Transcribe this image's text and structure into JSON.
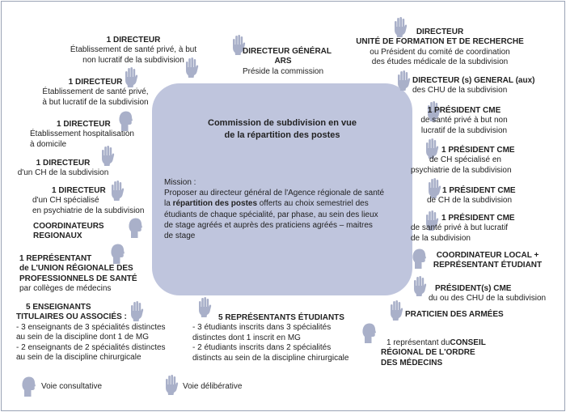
{
  "center": {
    "title": [
      "Commission de subdivision en vue",
      "de la répartition des postes"
    ],
    "mission_label": "Mission :",
    "mission_line1": "Proposer au directeur général de l'Agence régionale de santé",
    "mission_line2_prefix": "la ",
    "mission_line2_bold": "répartition des postes",
    "mission_line2_suffix": " offerts au choix semestriel des",
    "mission_rest": [
      "étudiants de chaque spécialité, par phase, au sein des lieux",
      "de stage agréés et auprès des praticiens agréés – maitres",
      "de stage"
    ]
  },
  "members": {
    "dir_prive_non_lucratif": {
      "head": "1 DIRECTEUR",
      "lines": [
        "Établissement de santé privé, à but",
        "non lucratif de la subdivision"
      ]
    },
    "dir_general_ars": {
      "head": [
        "DIRECTEUR GÉNÉRAL",
        "ARS"
      ],
      "lines": [
        "Préside la commission"
      ]
    },
    "dir_ufr": {
      "head": [
        "DIRECTEUR",
        "UNITÉ DE FORMATION ET DE RECHERCHE"
      ],
      "lines": [
        "ou Président du comité de coordination",
        "des études médicale de la subdivision"
      ]
    },
    "dir_prive_lucratif": {
      "head": "1 DIRECTEUR",
      "lines": [
        "Établissement de santé privé,",
        "à but lucratif de la subdivision"
      ]
    },
    "dir_chu": {
      "head": "DIRECTEUR (s) GENERAL (aux)",
      "lines": [
        "des CHU de la subdivision"
      ]
    },
    "dir_had": {
      "head": "1 DIRECTEUR",
      "lines": [
        "Établissement hospitalisation",
        "à domicile"
      ]
    },
    "pres_cme_prive_non_lucratif": {
      "head": "1 PRÉSIDENT CME",
      "lines": [
        "de santé privé à but non",
        "lucratif de la subdivision"
      ]
    },
    "dir_ch": {
      "head": "1 DIRECTEUR",
      "lines": [
        "d'un CH de la subdivision"
      ]
    },
    "pres_cme_psy": {
      "head": "1 PRÉSIDENT CME",
      "lines": [
        "de CH spécialisé en",
        "psychiatrie de la subdivision"
      ]
    },
    "dir_ch_psy": {
      "head": "1 DIRECTEUR",
      "lines": [
        "d'un CH spécialisé",
        "en psychiatrie de la subdivision"
      ]
    },
    "pres_cme_ch": {
      "head": "1 PRÉSIDENT CME",
      "lines": [
        "de CH de la subdivision"
      ]
    },
    "coordinateurs": {
      "head": [
        "COORDINATEURS",
        "REGIONAUX"
      ]
    },
    "pres_cme_prive_lucratif": {
      "head": "1 PRÉSIDENT CME",
      "lines": [
        "de santé privé à but lucratif",
        "de la subdivision"
      ]
    },
    "urps": {
      "head": [
        "1 REPRÉSENTANT",
        "de L'UNION RÉGIONALE DES",
        "PROFESSIONNELS DE SANTÉ"
      ],
      "lines": [
        "par collèges de médecins"
      ]
    },
    "coord_local": {
      "head": [
        "COORDINATEUR LOCAL +",
        "REPRÉSENTANT ÉTUDIANT"
      ]
    },
    "pres_cme_chu": {
      "head": "PRÉSIDENT(s) CME",
      "lines": [
        "du ou des CHU de la subdivision"
      ]
    },
    "enseignants": {
      "head": [
        "5 ENSEIGNANTS",
        "TITULAIRES OU ASSOCIÉS :"
      ],
      "lines": [
        "- 3 enseignants de 3 spécialités distinctes",
        "au sein de la discipline dont 1 de MG",
        "- 2 enseignants de 2 spécialités distinctes",
        "au sein de la discipline chirurgicale"
      ]
    },
    "etudiants": {
      "head": "5 REPRÉSENTANTS ÉTUDIANTS",
      "lines": [
        "- 3 étudiants inscrits dans 3 spécialités",
        "distinctes dont 1 inscrit en MG",
        "- 2 étudiants inscrits dans 2 spécialités",
        "distincts au sein de la discipline chirurgicale"
      ]
    },
    "armees": {
      "head": "PRATICIEN DES ARMÉES"
    },
    "ordre": {
      "head_prefix": "1 représentant du ",
      "head_bold": "CONSEIL",
      "head_rest": [
        "RÉGIONAL DE L'ORDRE",
        "DES MÉDECINS"
      ]
    }
  },
  "legend": {
    "consultative": "Voie consultative",
    "deliberative": "Voie délibérative"
  },
  "icons": {
    "hand": "raised-hand-icon",
    "head": "head-profile-icon"
  },
  "colors": {
    "box": "#bfc5dd",
    "icon": "#a9b0c9",
    "frame": "#9aa3b5"
  }
}
